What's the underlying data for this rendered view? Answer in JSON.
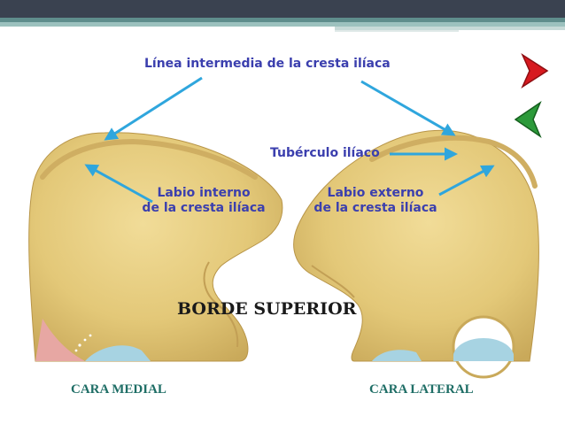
{
  "labels": {
    "linea_intermedia": "Línea intermedia de la cresta ilíaca",
    "tuberculo": "Tubérculo ilíaco",
    "labio_interno_1": "Labio interno",
    "labio_interno_2": "de la cresta ilíaca",
    "labio_externo_1": "Labio externo",
    "labio_externo_2": "de la cresta ilíaca",
    "borde_superior": "BORDE SUPERIOR"
  },
  "captions": {
    "medial": "CARA MEDIAL",
    "lateral": "CARA LATERAL"
  },
  "navigation": {
    "next_icon": "chevron-right-icon",
    "prev_icon": "chevron-left-icon"
  },
  "colors": {
    "label_blue": "#3b3fae",
    "caption_teal": "#1f6e66",
    "arrow_blue": "#2fa6dd",
    "bone": "#e6cf86",
    "next_red": "#d7191f",
    "prev_green": "#2c9a3a"
  }
}
